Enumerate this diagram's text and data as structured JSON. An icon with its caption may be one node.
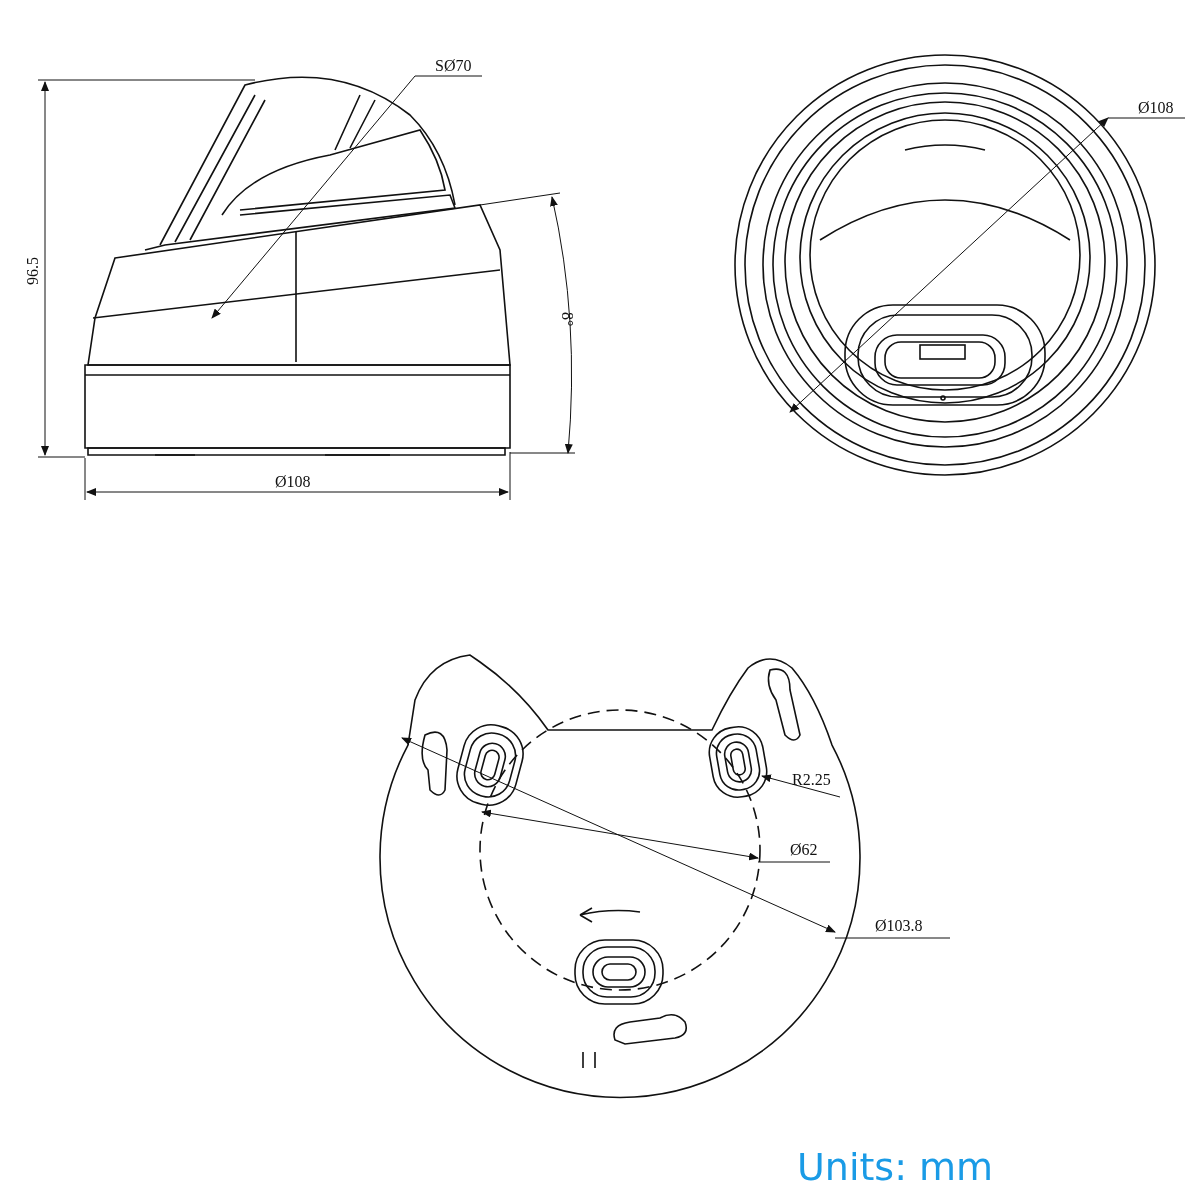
{
  "diagram": {
    "labels": [
      "SØ70",
      "Ø108",
      "96.5",
      "8°",
      "Ø108",
      "R2.25",
      "Ø62",
      "Ø103.8",
      "Units: mm"
    ]
  }
}
